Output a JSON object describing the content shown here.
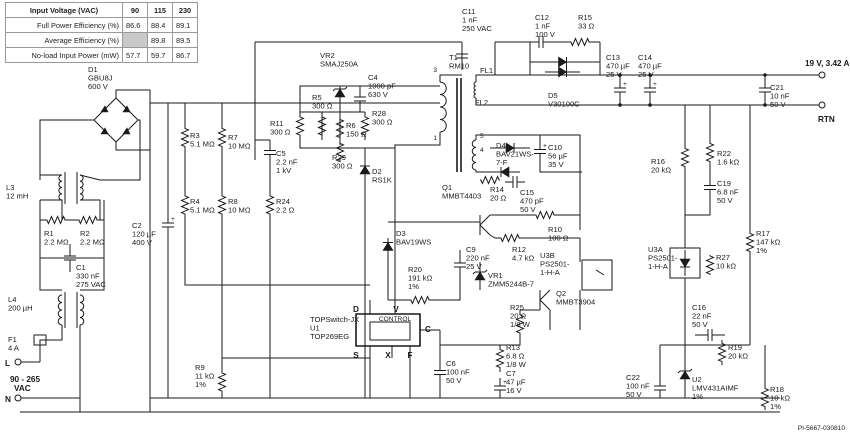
{
  "table": {
    "header": [
      "Input Voltage (VAC)",
      "90",
      "115",
      "230"
    ],
    "rows": [
      {
        "label": "Full Power Efficiency (%)",
        "v90": "86.6",
        "v115": "88.4",
        "v230": "89.1"
      },
      {
        "label": "Average Efficiency (%)",
        "v90": "",
        "v115": "89.8",
        "v230": "89.5"
      },
      {
        "label": "No-load Input Power (mW)",
        "v90": "57.7",
        "v115": "59.7",
        "v230": "86.7"
      }
    ]
  },
  "components": {
    "D1": [
      "D1",
      "GBU8J",
      "600 V"
    ],
    "L3": [
      "L3",
      "12 mH"
    ],
    "R1": [
      "R1",
      "2.2 MΩ"
    ],
    "R2": [
      "R2",
      "2.2 MΩ"
    ],
    "C1": [
      "C1",
      "330 nF",
      "275 VAC"
    ],
    "L4": [
      "L4",
      "200 µH"
    ],
    "F1": [
      "F1",
      "4 A"
    ],
    "C2": [
      "C2",
      "120 µF",
      "400 V"
    ],
    "R3": [
      "R3",
      "5.1 MΩ"
    ],
    "R4": [
      "R4",
      "5.1 MΩ"
    ],
    "R7": [
      "R7",
      "10 MΩ"
    ],
    "R8": [
      "R8",
      "10 MΩ"
    ],
    "R9": [
      "R9",
      "11 kΩ",
      "1%"
    ],
    "VR2": [
      "VR2",
      "SMAJ250A"
    ],
    "R5": [
      "R5",
      "300 Ω"
    ],
    "R11": [
      "R11",
      "300 Ω"
    ],
    "C4": [
      "C4",
      "1000 pF",
      "630 V"
    ],
    "R6": [
      "R6",
      "150 Ω"
    ],
    "R28": [
      "R28",
      "300 Ω"
    ],
    "R29": [
      "R29",
      "300 Ω"
    ],
    "D2": [
      "D2",
      "RS1K"
    ],
    "C5": [
      "C5",
      "2.2 nF",
      "1 kV"
    ],
    "R24": [
      "R24",
      "2.2 Ω"
    ],
    "T1": [
      "T1",
      "RM10"
    ],
    "C11": [
      "C11",
      "1 nF",
      "250 VAC"
    ],
    "C12": [
      "C12",
      "1 nF",
      "100 V"
    ],
    "R15": [
      "R15",
      "33 Ω"
    ],
    "D5": [
      "D5",
      "V30100C"
    ],
    "C13": [
      "C13",
      "470 µF",
      "25 V"
    ],
    "C14": [
      "C14",
      "470 µF",
      "25 V"
    ],
    "C21": [
      "C21",
      "10 nF",
      "50 V"
    ],
    "D4": [
      "D4",
      "BAV21WS-",
      "7-F"
    ],
    "C10": [
      "C10",
      "56 µF",
      "35 V"
    ],
    "R14": [
      "R14",
      "20 Ω"
    ],
    "C15": [
      "C15",
      "470 pF",
      "50 V"
    ],
    "Q1": [
      "Q1",
      "MMBT4403"
    ],
    "R10": [
      "R10",
      "100 Ω"
    ],
    "D3": [
      "D3",
      "BAV19WS"
    ],
    "C9": [
      "C9",
      "220 nF",
      "25 V"
    ],
    "R12": [
      "R12",
      "4.7 kΩ"
    ],
    "VR1": [
      "VR1",
      "ZMM5244B-7"
    ],
    "R20": [
      "R20",
      "191 kΩ",
      "1%"
    ],
    "U3B": [
      "U3B",
      "PS2501-",
      "1-H-A"
    ],
    "Q2": [
      "Q2",
      "MMBT3904"
    ],
    "R25": [
      "R25",
      "20 Ω",
      "1/8 W"
    ],
    "R13": [
      "R13",
      "6.8 Ω",
      "1/8 W"
    ],
    "C6": [
      "C6",
      "100 nF",
      "50 V"
    ],
    "C7": [
      "C7",
      "47 µF",
      "16 V"
    ],
    "U1": [
      "TOPSwitch-JX",
      "U1",
      "TOP269EG"
    ],
    "R16": [
      "R16",
      "20 kΩ"
    ],
    "R22": [
      "R22",
      "1.6 kΩ"
    ],
    "C19": [
      "C19",
      "6.8 nF",
      "50 V"
    ],
    "U3A": [
      "U3A",
      "PS2501-",
      "1-H-A"
    ],
    "R17": [
      "R17",
      "147 kΩ",
      "1%"
    ],
    "R27": [
      "R27",
      "10 kΩ"
    ],
    "C16": [
      "C16",
      "22 nF",
      "50 V"
    ],
    "R19": [
      "R19",
      "20 kΩ"
    ],
    "C22": [
      "C22",
      "100 nF",
      "50 V"
    ],
    "U2": [
      "U2",
      "LMV431AIMF",
      "1%"
    ],
    "R18": [
      "R18",
      "10 kΩ",
      "1%"
    ]
  },
  "pins": {
    "u1": {
      "d": "D",
      "v": "V",
      "c": "C",
      "s": "S",
      "x": "X",
      "f": "F",
      "control": "CONTROL"
    },
    "t1": {
      "p3": "3",
      "p1": "1",
      "p5": "5",
      "p4": "4",
      "fl1": "FL1",
      "fl2": "FL2"
    }
  },
  "terminals": {
    "vout": "19 V, 3.42 A",
    "rtn": "RTN",
    "line": "L",
    "neutral": "N",
    "vin_range": "90 - 265",
    "vin_unit": "VAC"
  },
  "footer": "PI-5667-030810"
}
